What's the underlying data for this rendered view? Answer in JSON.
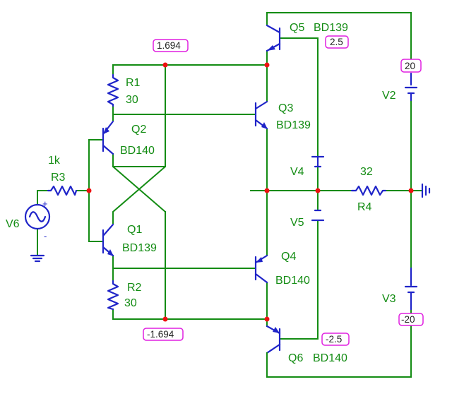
{
  "components": {
    "q5": {
      "name": "Q5",
      "part": "BD139"
    },
    "q3": {
      "name": "Q3",
      "part": "BD139"
    },
    "q2": {
      "name": "Q2",
      "part": "BD140"
    },
    "q1": {
      "name": "Q1",
      "part": "BD139"
    },
    "q4": {
      "name": "Q4",
      "part": "BD140"
    },
    "q6": {
      "name": "Q6",
      "part": "BD140"
    },
    "r1": {
      "name": "R1",
      "value": "30"
    },
    "r2": {
      "name": "R2",
      "value": "30"
    },
    "r3": {
      "name": "R3",
      "value": "1k"
    },
    "r4": {
      "name": "R4",
      "value": "32"
    },
    "v2": {
      "name": "V2"
    },
    "v3": {
      "name": "V3"
    },
    "v4": {
      "name": "V4"
    },
    "v5": {
      "name": "V5"
    },
    "v6": {
      "name": "V6"
    }
  },
  "node_labels": {
    "top_bias": "1.694",
    "bottom_bias": "-1.694",
    "q5_base": "2.5",
    "q6_base": "-2.5",
    "v2_supply": "20",
    "v3_supply": "-20"
  },
  "source_signs": {
    "plus": "+",
    "minus": "-"
  },
  "colors": {
    "wire": "#138c13",
    "component": "#1f24c8",
    "node_dot": "#ee1111",
    "label_border": "#e020e0"
  }
}
